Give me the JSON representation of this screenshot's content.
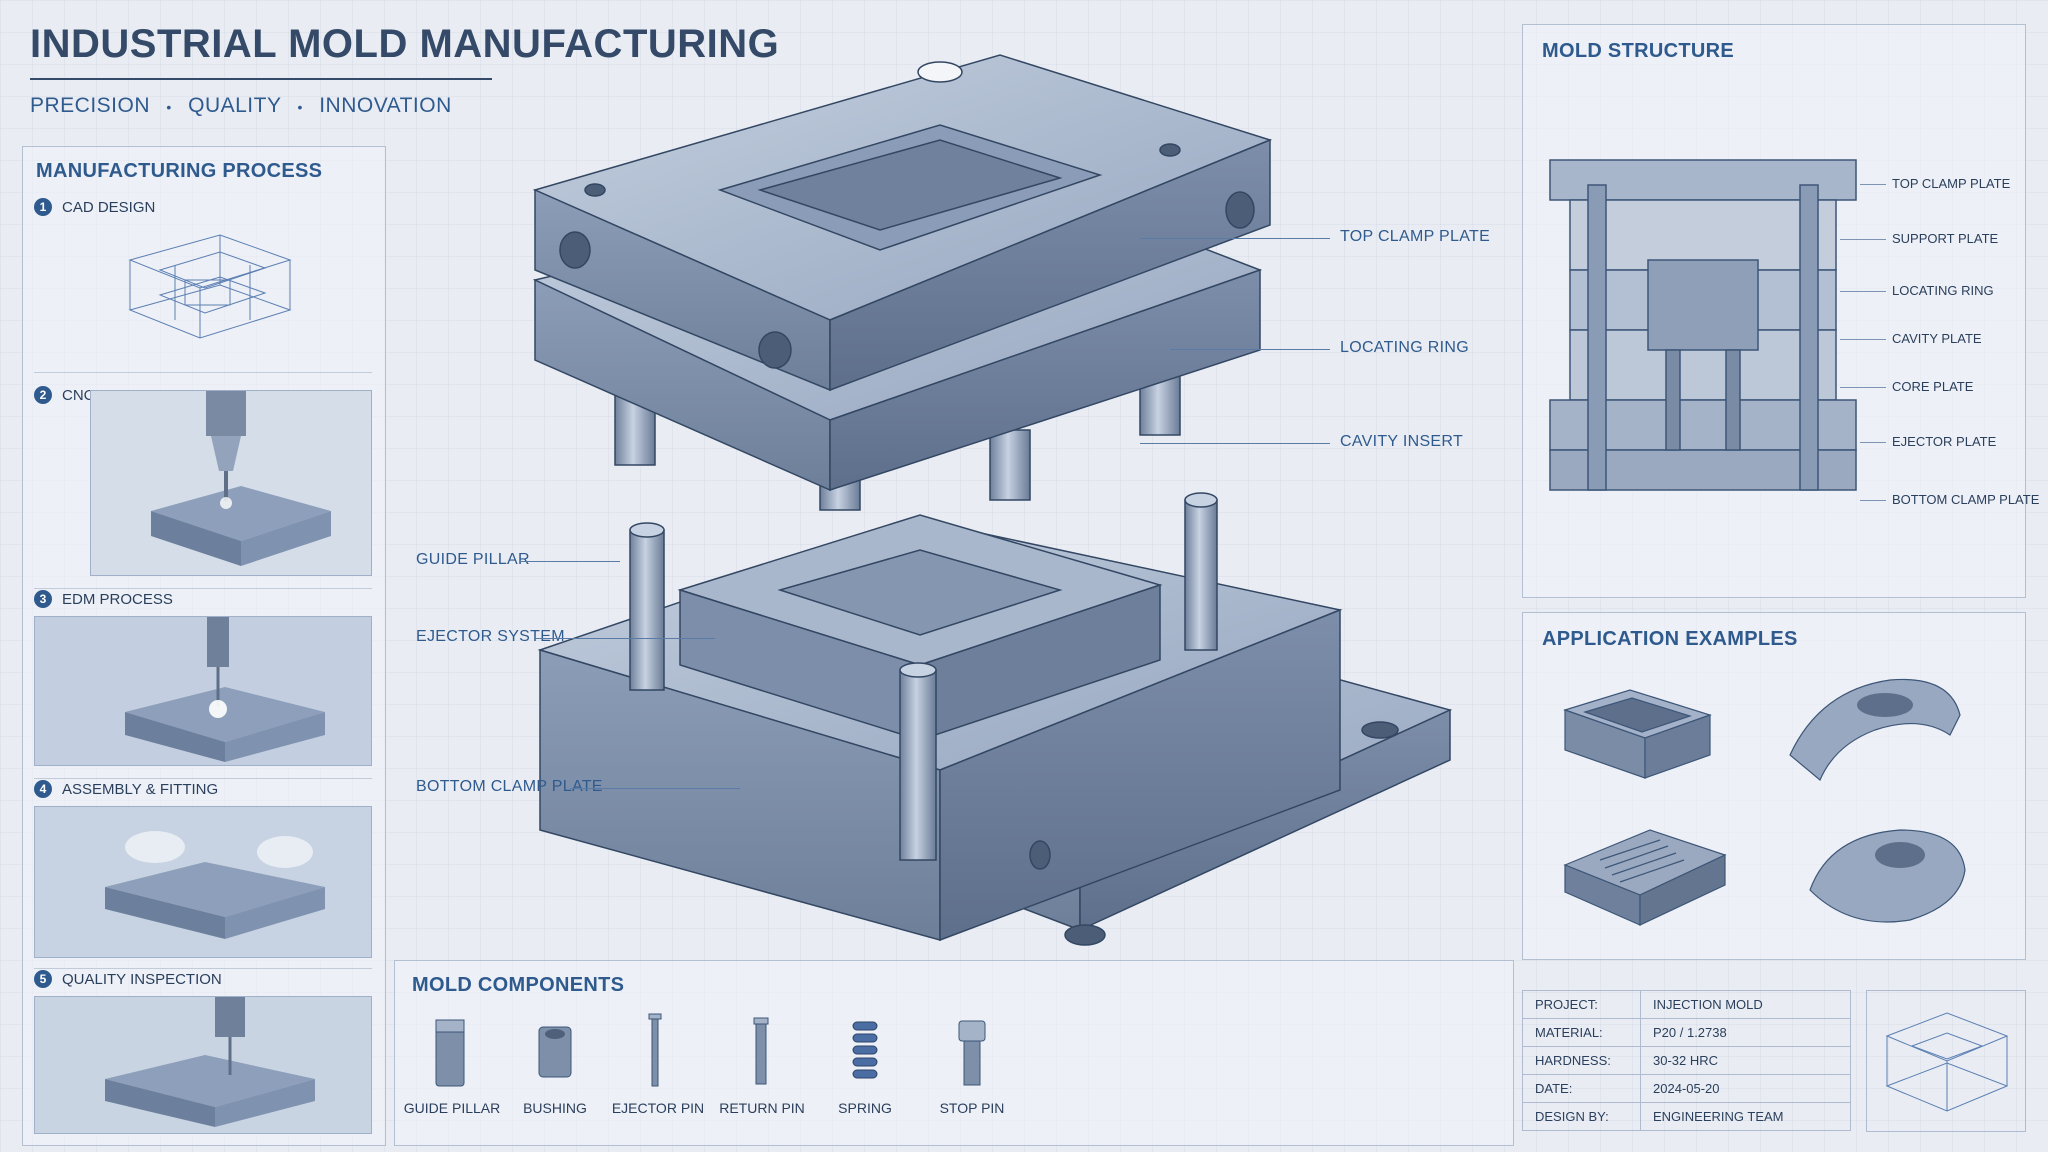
{
  "header": {
    "title": "INDUSTRIAL MOLD MANUFACTURING",
    "tagline": [
      "PRECISION",
      "QUALITY",
      "INNOVATION"
    ],
    "separator": "•"
  },
  "process": {
    "title": "MANUFACTURING PROCESS",
    "steps": [
      {
        "num": "1",
        "label": "CAD DESIGN"
      },
      {
        "num": "2",
        "label": "CNC MACHINING"
      },
      {
        "num": "3",
        "label": "EDM PROCESS"
      },
      {
        "num": "4",
        "label": "ASSEMBLY & FITTING"
      },
      {
        "num": "5",
        "label": "QUALITY INSPECTION"
      }
    ]
  },
  "main_callouts": {
    "right": [
      "TOP CLAMP PLATE",
      "LOCATING RING",
      "CAVITY INSERT"
    ],
    "left": [
      "GUIDE PILLAR",
      "EJECTOR SYSTEM",
      "BOTTOM CLAMP PLATE"
    ]
  },
  "structure": {
    "title": "MOLD STRUCTURE",
    "labels": [
      "TOP CLAMP PLATE",
      "SUPPORT PLATE",
      "LOCATING RING",
      "CAVITY PLATE",
      "CORE PLATE",
      "EJECTOR PLATE",
      "BOTTOM CLAMP PLATE"
    ]
  },
  "applications": {
    "title": "APPLICATION EXAMPLES"
  },
  "components": {
    "title": "MOLD COMPONENTS",
    "items": [
      "GUIDE PILLAR",
      "BUSHING",
      "EJECTOR PIN",
      "RETURN PIN",
      "SPRING",
      "STOP PIN"
    ]
  },
  "info": {
    "rows": [
      {
        "key": "PROJECT:",
        "value": "INJECTION MOLD"
      },
      {
        "key": "MATERIAL:",
        "value": "P20 / 1.2738"
      },
      {
        "key": "HARDNESS:",
        "value": "30-32 HRC"
      },
      {
        "key": "DATE:",
        "value": "2024-05-20"
      },
      {
        "key": "DESIGN BY:",
        "value": "ENGINEERING TEAM"
      }
    ]
  },
  "colors": {
    "accent": "#2f5a8e",
    "steel_light": "#b9c6d8",
    "steel_dark": "#6d819f",
    "background": "#e9edf3"
  }
}
